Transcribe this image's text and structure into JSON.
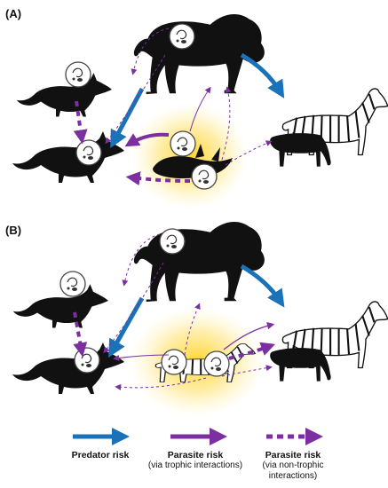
{
  "panels": [
    {
      "label": "(A)"
    },
    {
      "label": "(B)"
    }
  ],
  "legend": [
    {
      "title": "Predator risk",
      "subtitle": ""
    },
    {
      "title": "Parasite risk",
      "subtitle": "(via trophic interactions)"
    },
    {
      "title": "Parasite risk",
      "subtitle": "(via non-trophic interactions)"
    }
  ],
  "colors": {
    "predator": "#1a72b8",
    "parasite": "#7b2fa0",
    "silhouette": "#111111",
    "glow": "#ffd21f"
  },
  "icons": [
    "lion-silhouette",
    "fox-silhouette",
    "zebra-silhouette",
    "dead-fox",
    "dead-zebra",
    "parasite-icon"
  ]
}
